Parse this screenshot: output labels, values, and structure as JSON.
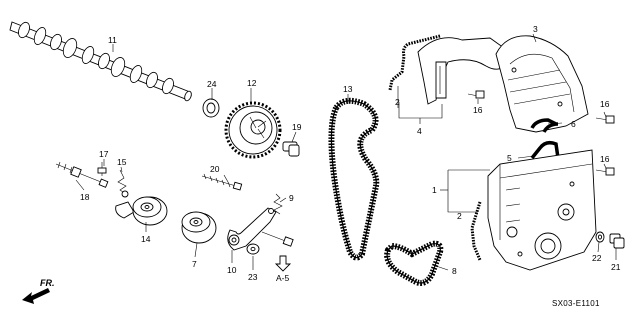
{
  "diagram": {
    "reference_code": "SX03-E1101",
    "direction_label": "FR.",
    "section_ref": "A-5",
    "callouts": {
      "c1": "1",
      "c2a": "2",
      "c2b": "2",
      "c3": "3",
      "c4": "4",
      "c5": "5",
      "c6": "6",
      "c7": "7",
      "c8": "8",
      "c9": "9",
      "c10": "10",
      "c11": "11",
      "c12": "12",
      "c13": "13",
      "c14": "14",
      "c15": "15",
      "c16a": "16",
      "c16b": "16",
      "c16c": "16",
      "c17": "17",
      "c18": "18",
      "c19": "19",
      "c20": "20",
      "c21": "21",
      "c22": "22",
      "c23": "23",
      "c24": "24"
    }
  }
}
